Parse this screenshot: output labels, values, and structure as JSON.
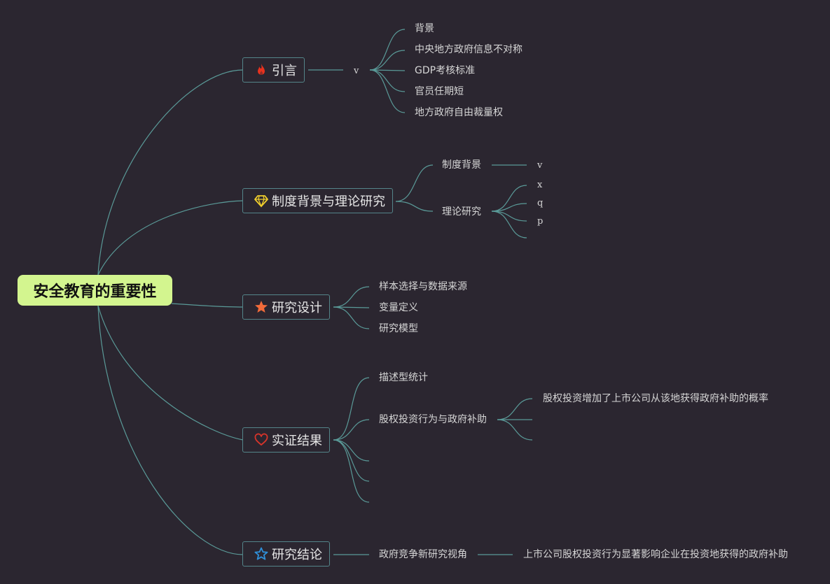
{
  "root": {
    "label": "安全教育的重要性"
  },
  "branches": [
    {
      "label": "引言",
      "icon": "flame-icon",
      "children": [
        {
          "label": "v",
          "children": [
            {
              "label": "背景"
            },
            {
              "label": "中央地方政府信息不对称"
            },
            {
              "label": "GDP考核标准"
            },
            {
              "label": "官员任期短"
            },
            {
              "label": "地方政府自由裁量权"
            }
          ]
        }
      ]
    },
    {
      "label": "制度背景与理论研究",
      "icon": "diamond-icon",
      "children": [
        {
          "label": "制度背景",
          "children": [
            {
              "label": "v"
            }
          ]
        },
        {
          "label": "理论研究",
          "children": [
            {
              "label": "x"
            },
            {
              "label": "q"
            },
            {
              "label": "p"
            },
            {
              "label": ""
            }
          ]
        }
      ]
    },
    {
      "label": "研究设计",
      "icon": "star-filled-icon",
      "children": [
        {
          "label": "样本选择与数据来源"
        },
        {
          "label": "变量定义"
        },
        {
          "label": "研究模型"
        }
      ]
    },
    {
      "label": "实证结果",
      "icon": "heart-icon",
      "children": [
        {
          "label": "描述型统计"
        },
        {
          "label": "股权投资行为与政府补助",
          "children": [
            {
              "label": "股权投资增加了上市公司从该地获得政府补助的概率"
            },
            {
              "label": ""
            },
            {
              "label": ""
            }
          ]
        },
        {
          "label": ""
        },
        {
          "label": ""
        },
        {
          "label": ""
        }
      ]
    },
    {
      "label": "研究结论",
      "icon": "star-outline-icon",
      "children": [
        {
          "label": "政府竞争新研究视角",
          "children": [
            {
              "label": "上市公司股权投资行为显著影响企业在投资地获得的政府补助"
            }
          ]
        }
      ]
    }
  ],
  "colors": {
    "background": "#2b2630",
    "root_fill": "#d3f58f",
    "branch_border": "#54858a",
    "link": "#5a9a98",
    "flame": "#e8321e",
    "diamond": "#f2d02c",
    "star_filled": "#f26b3a",
    "heart": "#d8342a",
    "star_outline": "#2f8fd8"
  }
}
